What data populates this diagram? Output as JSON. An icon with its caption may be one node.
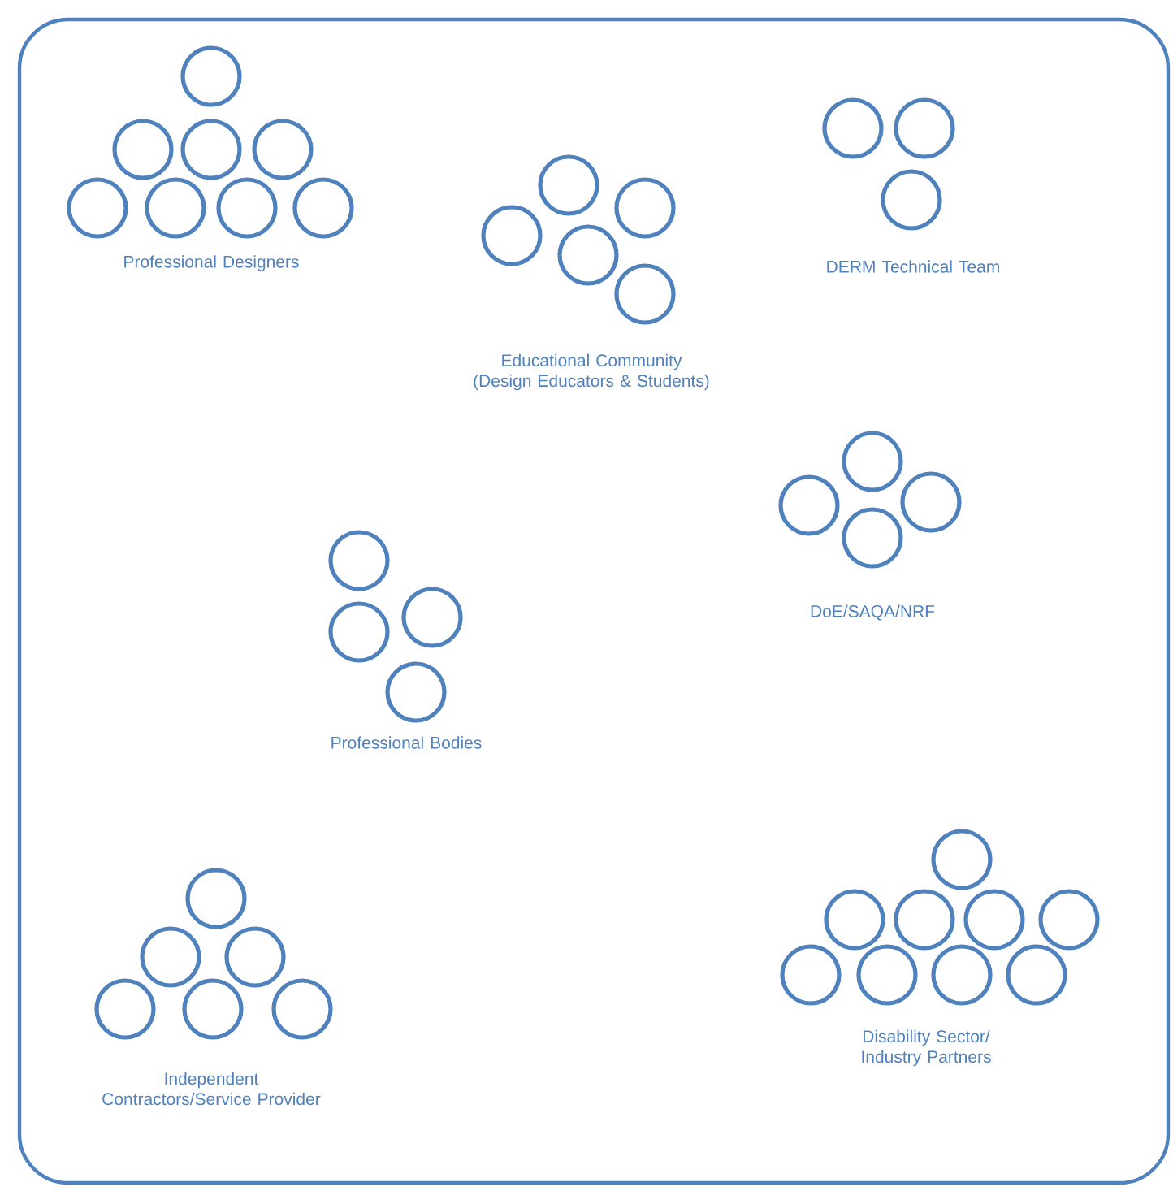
{
  "diagram": {
    "labels": [
      "Professional Designers",
      "DERM Technical Team",
      "Educational Community (Design Educators & Students)",
      "DoE/SAQA/NRF",
      "Professional Bodies",
      "Independent Contractors/Service Provider",
      "Disability Sector/ Industry Partners"
    ]
  }
}
